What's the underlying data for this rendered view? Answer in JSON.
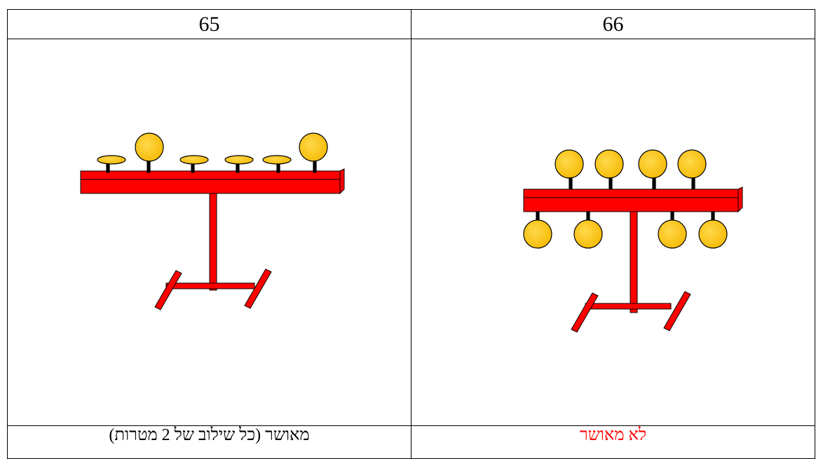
{
  "table": {
    "headers": [
      "66",
      "65"
    ],
    "targets": [
      {
        "id": "66",
        "icon": "target-stand-eight-plates-icon",
        "caption": "לא מאושר",
        "caption_color": "#ff0000"
      },
      {
        "id": "65",
        "icon": "target-stand-six-plates-icon",
        "caption": "מאושר (כל שילוב של 2 מטרות)",
        "caption_color": "#000000"
      }
    ]
  },
  "colors": {
    "stand_red": "#ff0000",
    "plate_yellow": "#ffc61a",
    "outline": "#000000"
  }
}
